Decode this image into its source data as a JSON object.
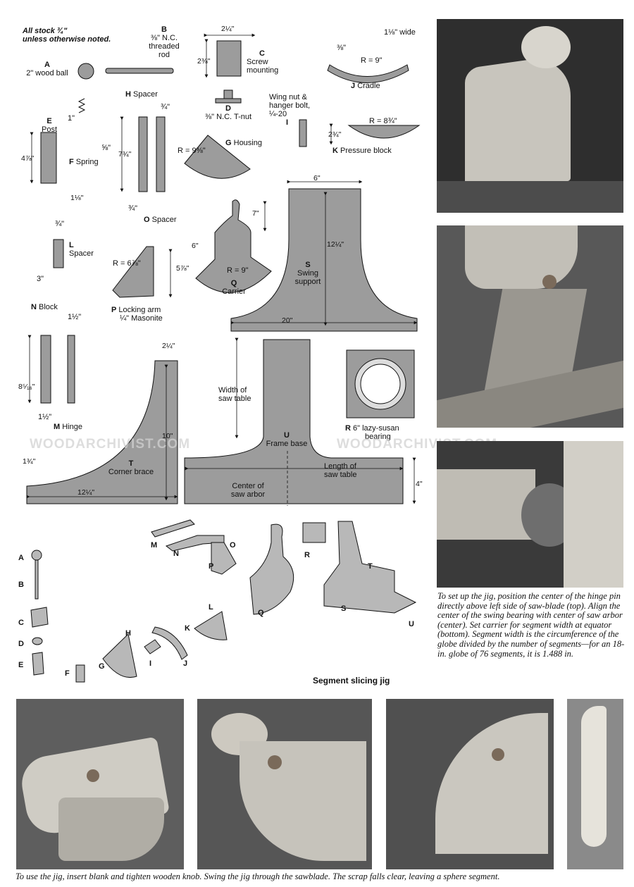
{
  "stock_note_line1": "All stock ¾\"",
  "stock_note_line2": "unless otherwise noted.",
  "parts": {
    "A": {
      "letter": "A",
      "name": "2\" wood ball"
    },
    "B": {
      "letter": "B",
      "line1": "⅜\" N.C.",
      "line2": "threaded",
      "line3": "rod"
    },
    "C": {
      "letter": "C",
      "line1": "Screw",
      "line2": "mounting",
      "dim_w": "2¼\"",
      "dim_h": "2⅜\""
    },
    "D": {
      "letter": "D",
      "name": "⅜\" N.C. T-nut"
    },
    "I": {
      "letter": "I",
      "line1": "Wing nut &",
      "line2": "hanger bolt,",
      "line3": "¼-20"
    },
    "J": {
      "letter": "J",
      "name": "Cradle",
      "width": "1⅛\" wide",
      "radius": "R = 9\"",
      "thick": "⅜\""
    },
    "K": {
      "letter": "K",
      "name": "Pressure block",
      "radius": "R = 8¾\"",
      "height": "2¾\""
    },
    "E": {
      "letter": "E",
      "name": "Post",
      "height": "4⅞\"",
      "width": "1⅛\""
    },
    "F": {
      "letter": "F",
      "name": "Spring",
      "len": "1\"",
      "dia": "⅝\""
    },
    "H": {
      "letter": "H",
      "name": "Spacer",
      "thick": "¾\"",
      "height": "7¾\""
    },
    "O": {
      "letter": "O",
      "name": "Spacer",
      "thick": "¾\""
    },
    "G": {
      "letter": "G",
      "name": "Housing",
      "radius": "R = 9⅜\""
    },
    "L": {
      "letter": "L",
      "name": "Spacer",
      "thick": "¾\"",
      "height": "3\""
    },
    "P": {
      "letter": "P",
      "name": "Locking arm",
      "sub": "¼\" Masonite",
      "radius": "R = 6⅞\"",
      "height": "5⅞\""
    },
    "Q": {
      "letter": "Q",
      "name": "Carrier",
      "radius": "R = 9\"",
      "h1": "7\"",
      "h2": "6\""
    },
    "S": {
      "letter": "S",
      "line1": "Swing",
      "line2": "support",
      "top": "6\"",
      "height": "12¼\"",
      "base": "20\""
    },
    "N": {
      "letter": "N",
      "name": "Block",
      "thick": "1½\"",
      "height": "8⁵⁄₁₆\""
    },
    "M": {
      "letter": "M",
      "name": "Hinge",
      "width": "1½\""
    },
    "T": {
      "letter": "T",
      "name": "Corner brace",
      "top": "2¼\"",
      "height": "10\"",
      "base": "12¼\"",
      "edge": "1¾\""
    },
    "U": {
      "letter": "U",
      "name": "Frame base",
      "width_lbl1": "Width of",
      "width_lbl2": "saw table",
      "length_lbl1": "Length of",
      "length_lbl2": "saw table",
      "center1": "Center of",
      "center2": "saw arbor",
      "height": "4\""
    },
    "R": {
      "letter": "R",
      "name": "6\" lazy-susan",
      "name2": "bearing"
    }
  },
  "assembly_title": "Segment slicing jig",
  "assembly_letters": [
    "M",
    "N",
    "O",
    "P",
    "R",
    "T",
    "S",
    "U",
    "Q",
    "A",
    "B",
    "C",
    "D",
    "E",
    "F",
    "G",
    "H",
    "I",
    "J",
    "K",
    "L"
  ],
  "watermark": "WOODARCHIVIST.COM",
  "side_caption": "To set up the jig, position the center of the hinge pin directly above left side of saw-blade (top). Align the center of the swing bearing with center of saw arbor (center). Set carrier for segment width at equator (bottom). Segment width is the circumference of the globe divided by the number of segments—for an 18-in. globe of 76 segments, it is 1.488 in.",
  "bottom_caption": "To use the jig, insert blank and tighten wooden knob. Swing the jig through the sawblade. The scrap falls clear, leaving a sphere segment."
}
